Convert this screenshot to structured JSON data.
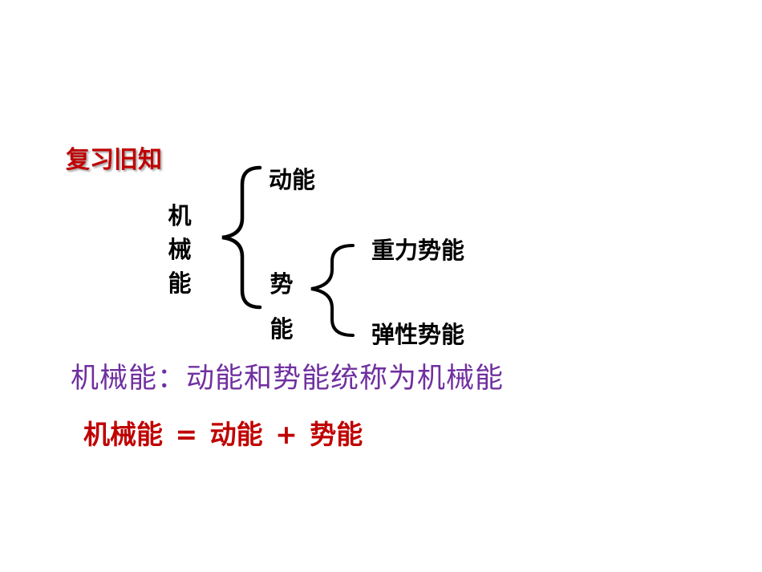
{
  "heading": "复习旧知",
  "tree": {
    "root": [
      "机",
      "械",
      "能"
    ],
    "kinetic": "动能",
    "potential": [
      "势",
      "能"
    ],
    "gravitational": "重力势能",
    "elastic": "弹性势能"
  },
  "definition": "机械能：动能和势能统称为机械能",
  "formula": "机械能 = 动能 + 势能",
  "colors": {
    "heading": "#c00000",
    "definition": "#7030a0",
    "formula": "#c00000",
    "text": "#000000"
  }
}
